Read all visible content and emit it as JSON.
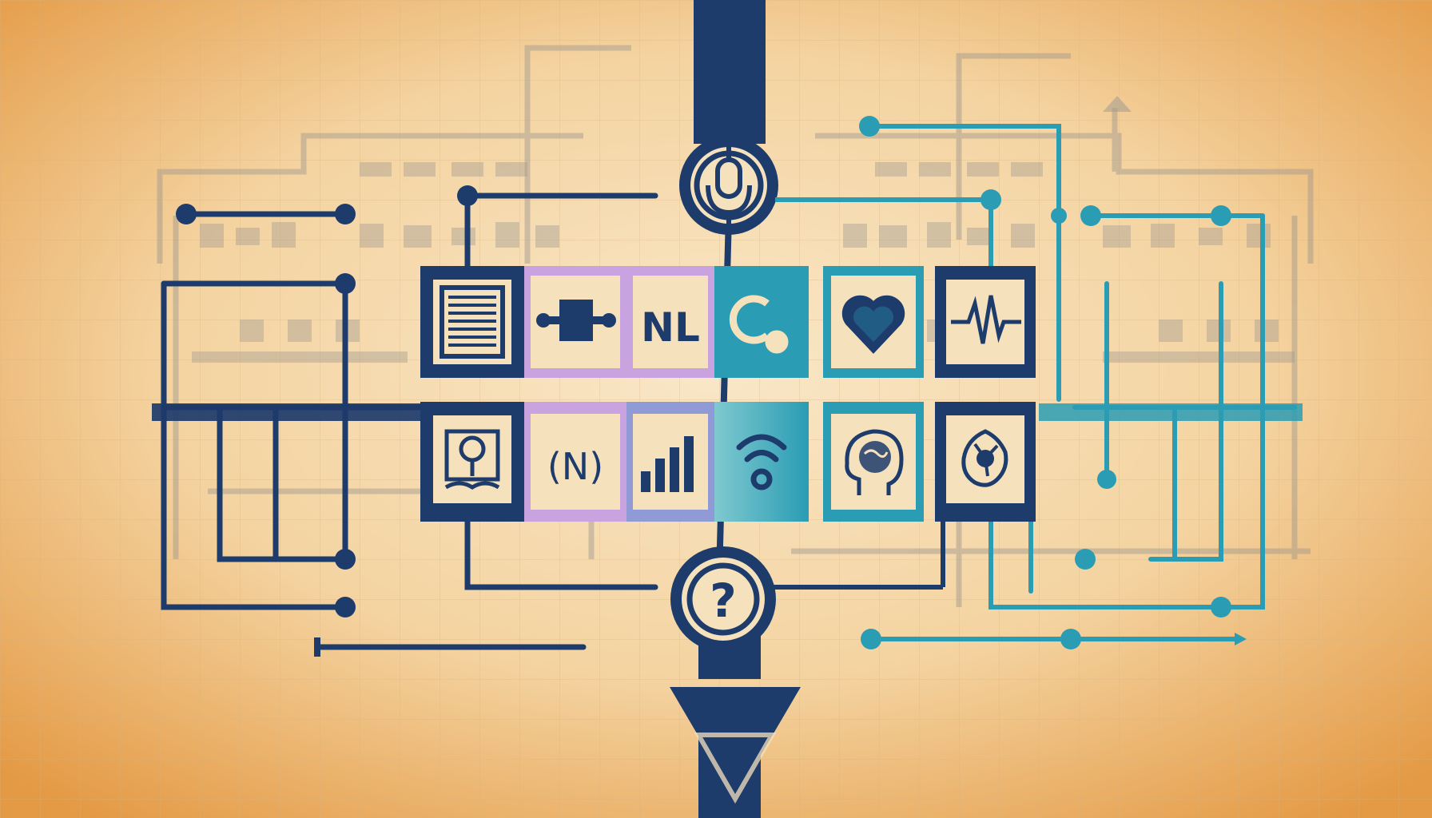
{
  "colors": {
    "paper_light": "#f8e4c2",
    "paper_dark": "#e6a04c",
    "navy": "#1d3b6b",
    "teal": "#2a9cb4",
    "violet": "#c9a3e0",
    "cream": "#f6e1bd",
    "grey_line": "#a9a29a"
  },
  "tiles": {
    "top": [
      {
        "icon": "document-lines-icon",
        "style": "navy"
      },
      {
        "icon": "connector-block-icon",
        "style": "violet"
      },
      {
        "icon": "nl-text-icon",
        "style": "violet",
        "text": "NL"
      },
      {
        "icon": "speech-bubble-icon",
        "style": "teal"
      },
      {
        "icon": "heart-icon",
        "style": "teal"
      },
      {
        "icon": "heartbeat-icon",
        "style": "navy"
      }
    ],
    "bottom": [
      {
        "icon": "book-tree-icon",
        "style": "navy"
      },
      {
        "icon": "n-signal-icon",
        "style": "violet",
        "text": "(N)"
      },
      {
        "icon": "bar-chart-icon",
        "style": "violet"
      },
      {
        "icon": "wifi-icon",
        "style": "teal"
      },
      {
        "icon": "head-brain-icon",
        "style": "teal"
      },
      {
        "icon": "neuron-icon",
        "style": "navy"
      }
    ]
  },
  "spine": {
    "top_node_icon": "microphone-icon",
    "bottom_node_icon": "question-icon",
    "bottom_node_text": "?",
    "end_icon": "down-arrow-icon"
  }
}
